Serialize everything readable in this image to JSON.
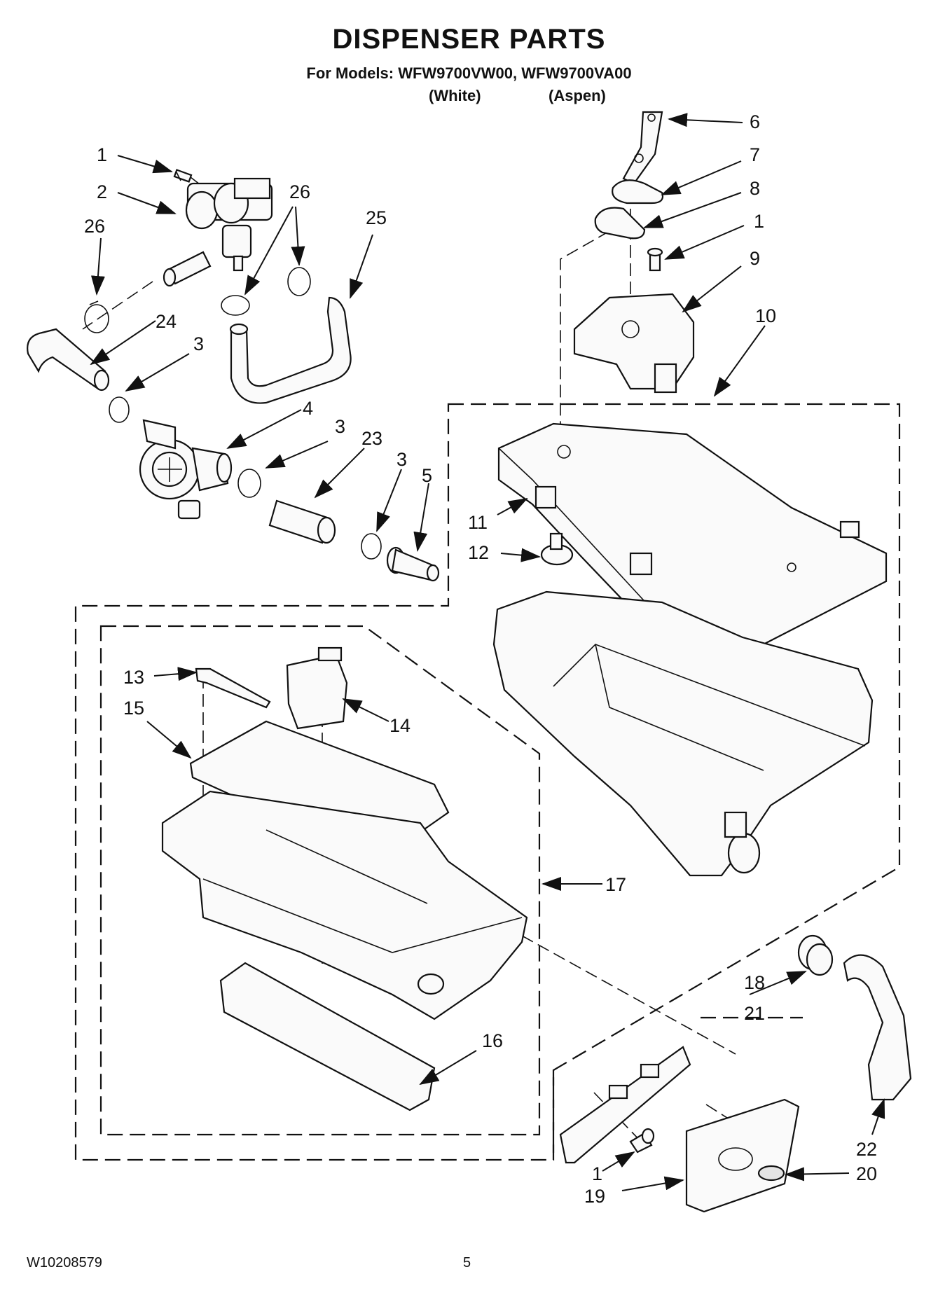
{
  "title": "DISPENSER PARTS",
  "models_line": "For Models: WFW9700VW00, WFW9700VA00",
  "variant_white": "(White)",
  "variant_aspen": "(Aspen)",
  "footer_doc": "W10208579",
  "footer_page": "5",
  "callouts": [
    "1",
    "2",
    "26",
    "26",
    "25",
    "24",
    "3",
    "4",
    "3",
    "23",
    "3",
    "5",
    "6",
    "7",
    "8",
    "1",
    "9",
    "10",
    "11",
    "12",
    "13",
    "14",
    "15",
    "17",
    "16",
    "18",
    "21",
    "22",
    "20",
    "1",
    "19"
  ]
}
